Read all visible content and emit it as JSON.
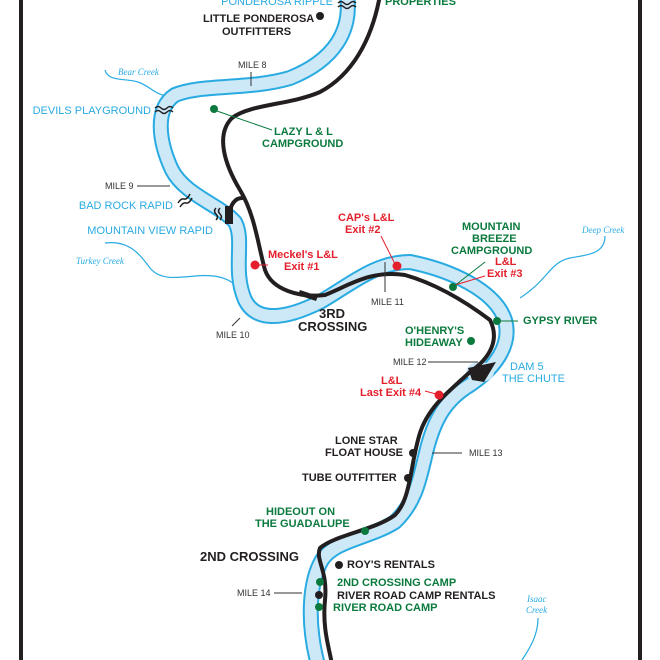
{
  "colors": {
    "river_outline": "#29abe2",
    "river_fill": "#cde9f8",
    "road": "#231f20",
    "business": "#231f20",
    "campground": "#0b7a3e",
    "exit": "#e41e2b",
    "rapid_label": "#29abe2"
  },
  "rapids": {
    "ponderosa": "PONDEROSA RIPPLE",
    "devils": "DEVILS PLAYGROUND",
    "bad_rock": "BAD ROCK RAPID",
    "mountain_view": "MOUNTAIN VIEW RAPID",
    "dam5_line1": "DAM 5",
    "dam5_line2": "THE CHUTE"
  },
  "creeks": {
    "bear": "Bear Creek",
    "turkey": "Turkey Creek",
    "deep": "Deep Creek",
    "isaac_line1": "Isaac",
    "isaac_line2": "Creek"
  },
  "miles": {
    "m8": "MILE 8",
    "m9": "MILE 9",
    "m10": "MILE 10",
    "m11": "MILE 11",
    "m12": "MILE 12",
    "m13": "MILE 13",
    "m14": "MILE 14"
  },
  "crossings": {
    "third_line1": "3RD",
    "third_line2": "CROSSING",
    "second": "2ND CROSSING"
  },
  "businesses": {
    "properties": "PROPERTIES",
    "little_ponderosa_1": "LITTLE PONDEROSA",
    "little_ponderosa_2": "OUTFITTERS",
    "lone_star_1": "LONE STAR",
    "lone_star_2": "FLOAT HOUSE",
    "tube": "TUBE OUTFITTER",
    "roys": "ROY'S RENTALS",
    "river_road_rentals": "RIVER ROAD CAMP RENTALS"
  },
  "campgrounds": {
    "lazy_1": "LAZY L & L",
    "lazy_2": "CAMPGROUND",
    "mtn_breeze_1": "MOUNTAIN",
    "mtn_breeze_2": "BREEZE",
    "mtn_breeze_3": "CAMPGROUND",
    "gypsy": "GYPSY RIVER",
    "ohenry_1": "O'HENRY'S",
    "ohenry_2": "HIDEAWAY",
    "hideout_1": "HIDEOUT ON",
    "hideout_2": "THE GUADALUPE",
    "second_crossing_camp": "2ND CROSSING CAMP",
    "river_road_camp": "RIVER ROAD CAMP"
  },
  "exits": {
    "meckels_1": "Meckel's L&L",
    "meckels_2": "Exit #1",
    "caps_1": "CAP's L&L",
    "caps_2": "Exit #2",
    "ll3_1": "L&L",
    "ll3_2": "Exit #3",
    "ll4_1": "L&L",
    "ll4_2": "Last Exit #4"
  }
}
